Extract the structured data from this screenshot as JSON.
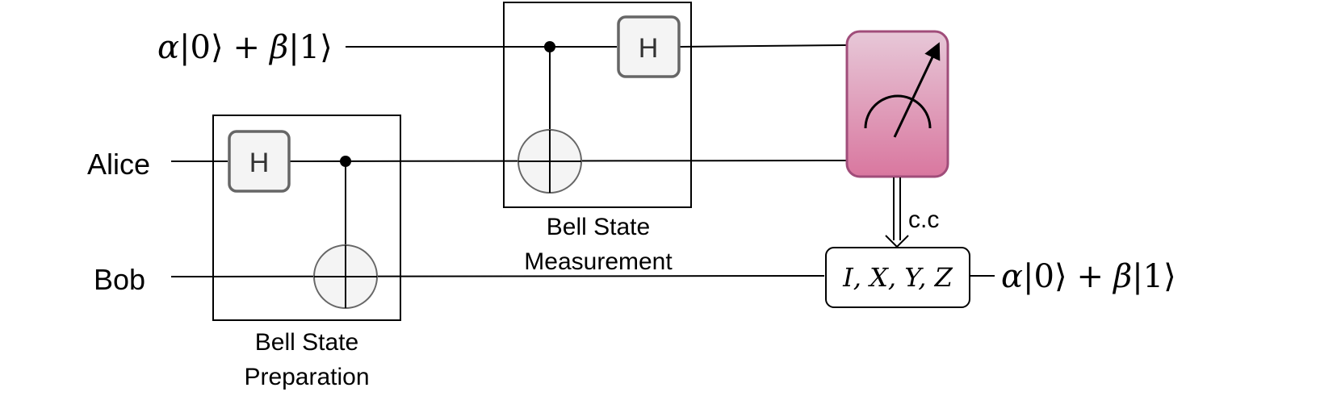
{
  "qubits": {
    "input_state": {
      "alpha": "α",
      "ket0": "|0⟩",
      "plus": "+",
      "beta": "β",
      "ket1": "|1⟩"
    },
    "alice": "Alice",
    "bob": "Bob"
  },
  "gates": {
    "hadamard_prep": "H",
    "hadamard_meas": "H"
  },
  "groups": {
    "preparation": {
      "line1": "Bell State",
      "line2": "Preparation"
    },
    "measurement": {
      "line1": "Bell State",
      "line2": "Measurement"
    }
  },
  "classical_channel": "c.c",
  "correction": {
    "text": "I, X, Y, Z"
  },
  "output_state": {
    "alpha": "α",
    "ket0": "|0⟩",
    "plus": "+",
    "beta": "β",
    "ket1": "|1⟩"
  },
  "colors": {
    "measure_top": "#e7c8d8",
    "measure_bottom": "#d9779f",
    "measure_border": "#a04d7a",
    "gate_fill": "#f4f4f4",
    "gate_border": "#666666"
  },
  "icons": {
    "measurement": "meter-icon"
  }
}
